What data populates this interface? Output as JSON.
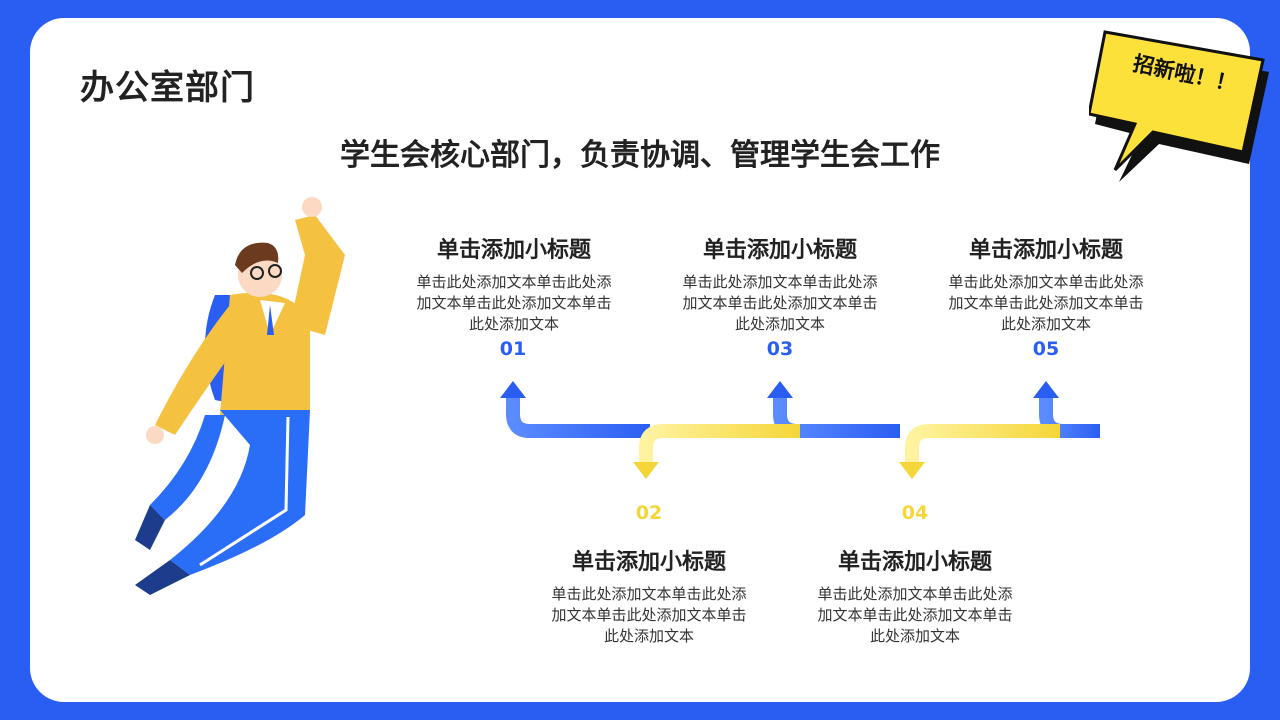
{
  "page": {
    "title": "办公室部门",
    "subtitle": "学生会核心部门，负责协调、管理学生会工作",
    "badge": "招新啦！！"
  },
  "steps": [
    {
      "num": "01",
      "title": "单击添加小标题",
      "body": "单击此处添加文本单击此处添加文本单击此处添加文本单击此处添加文本"
    },
    {
      "num": "02",
      "title": "单击添加小标题",
      "body": "单击此处添加文本单击此处添加文本单击此处添加文本单击此处添加文本"
    },
    {
      "num": "03",
      "title": "单击添加小标题",
      "body": "单击此处添加文本单击此处添加文本单击此处添加文本单击此处添加文本"
    },
    {
      "num": "04",
      "title": "单击添加小标题",
      "body": "单击此处添加文本单击此处添加文本单击此处添加文本单击此处添加文本"
    },
    {
      "num": "05",
      "title": "单击添加小标题",
      "body": "单击此处添加文本单击此处添加文本单击此处添加文本单击此处添加文本"
    }
  ],
  "colors": {
    "primary": "#2a5ef2",
    "accent": "#f5d638",
    "text": "#222222"
  }
}
